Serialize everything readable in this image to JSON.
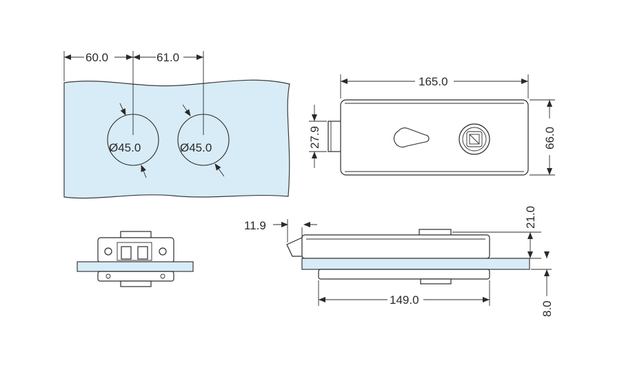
{
  "colors": {
    "glass": "#d8ecf7",
    "line": "#2a2a2a",
    "background": "#ffffff"
  },
  "dims": {
    "hole_spacing_1": "60.0",
    "hole_spacing_2": "61.0",
    "hole_dia_1": "Ø45.0",
    "hole_dia_2": "Ø45.0",
    "lock_length": "165.0",
    "lock_height": "66.0",
    "latch_height": "27.9",
    "latch_offset": "11.9",
    "side_height": "21.0",
    "glass_thickness": "8.0",
    "bottom_length": "149.0"
  }
}
